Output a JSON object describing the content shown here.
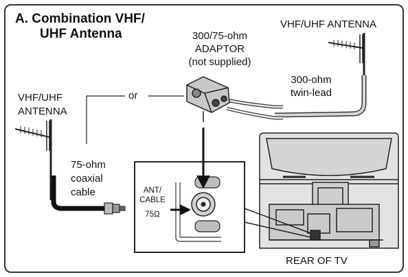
{
  "figure": {
    "title_line1": "A. Combination VHF/",
    "title_line2": "UHF Antenna",
    "adaptor_line1": "300/75-ohm",
    "adaptor_line2": "ADAPTOR",
    "adaptor_line3": "(not supplied)",
    "right_antenna": "VHF/UHF ANTENNA",
    "left_antenna_line1": "VHF/UHF",
    "left_antenna_line2": "ANTENNA",
    "or_label": "or",
    "twin_lead_line1": "300-ohm",
    "twin_lead_line2": "twin-lead",
    "coax_line1": "75-ohm",
    "coax_line2": "coaxial",
    "coax_line3": "cable",
    "ant_label_line1": "ANT/",
    "ant_label_line2": "CABLE",
    "ant_label_line3": "75Ω",
    "rear_tv": "REAR OF TV"
  }
}
